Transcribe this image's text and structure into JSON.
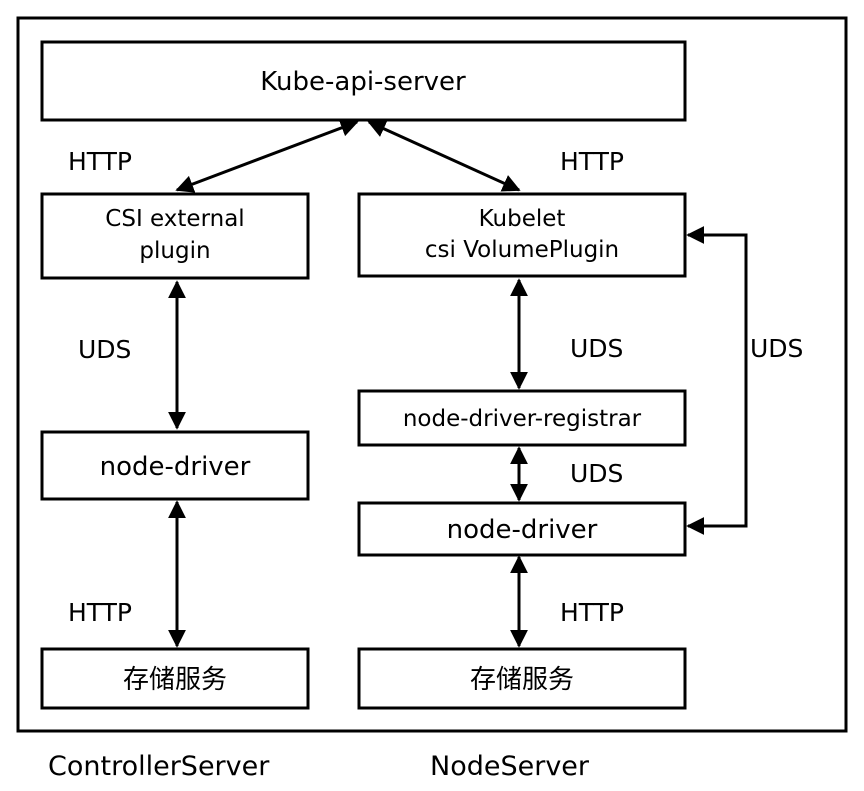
{
  "nodes": {
    "kube_api_server": "Kube-api-server",
    "csi_external_plugin": [
      "CSI external",
      "plugin"
    ],
    "kubelet_plugin": [
      "Kubelet",
      "csi VolumePlugin"
    ],
    "node_driver_registrar": "node-driver-registrar",
    "controller_node_driver": "node-driver",
    "node_node_driver": "node-driver",
    "controller_storage": "存储服务",
    "node_storage": "存储服务"
  },
  "edges": {
    "api_to_csi": "HTTP",
    "api_to_kubelet": "HTTP",
    "csi_to_driver": "UDS",
    "kubelet_to_registrar": "UDS",
    "registrar_to_driver": "UDS",
    "kubelet_to_driver_loop": "UDS",
    "controller_driver_to_storage": "HTTP",
    "node_driver_to_storage": "HTTP"
  },
  "captions": {
    "controller": "ControllerServer",
    "node": "NodeServer"
  }
}
